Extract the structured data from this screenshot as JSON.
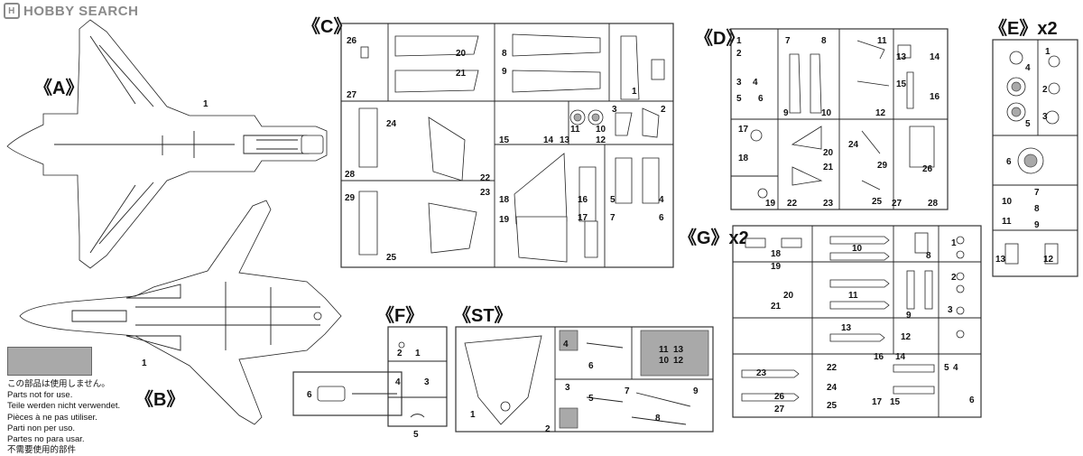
{
  "watermark": {
    "text": "HOBBY SEARCH",
    "icon": "hobbysearch-logo-icon"
  },
  "sections": {
    "A": "《A》",
    "B": "《B》",
    "C": "《C》",
    "D": "《D》",
    "E": "《E》x2",
    "F": "《F》",
    "G": "《G》x2",
    "ST": "《ST》"
  },
  "legend": {
    "lines": [
      "この部品は使用しません。",
      "Parts not for use.",
      "Teile werden nicht verwendet.",
      "Pièces à ne pas utiliser.",
      "Parti non per uso.",
      "Partes no para usar.",
      "不需要使用的部件"
    ]
  },
  "part_numbers": {
    "A": [
      "1"
    ],
    "B": [
      "1"
    ],
    "C": [
      "26",
      "20",
      "8",
      "27",
      "21",
      "9",
      "1",
      "24",
      "11",
      "10",
      "3",
      "2",
      "15",
      "14",
      "13",
      "12",
      "28",
      "22",
      "29",
      "23",
      "18",
      "16",
      "5",
      "4",
      "19",
      "17",
      "7",
      "6",
      "25"
    ],
    "D": [
      "1",
      "2",
      "3",
      "4",
      "5",
      "6",
      "7",
      "8",
      "11",
      "13",
      "14",
      "15",
      "16",
      "9",
      "10",
      "12",
      "17",
      "18",
      "20",
      "21",
      "24",
      "29",
      "26",
      "19",
      "22",
      "23",
      "25",
      "27",
      "28"
    ],
    "E": [
      "1",
      "2",
      "3",
      "4",
      "5",
      "6",
      "7",
      "8",
      "9",
      "10",
      "11",
      "12",
      "13"
    ],
    "F": [
      "2",
      "1",
      "4",
      "3",
      "6",
      "5"
    ],
    "G": [
      "18",
      "10",
      "1",
      "19",
      "8",
      "2",
      "20",
      "21",
      "11",
      "9",
      "3",
      "13",
      "12",
      "16",
      "14",
      "15",
      "17",
      "4",
      "5",
      "6",
      "23",
      "22",
      "24",
      "25",
      "26",
      "27"
    ],
    "ST": [
      "4",
      "11",
      "13",
      "6",
      "10",
      "12",
      "3",
      "5",
      "7",
      "9",
      "2",
      "8",
      "1"
    ]
  }
}
